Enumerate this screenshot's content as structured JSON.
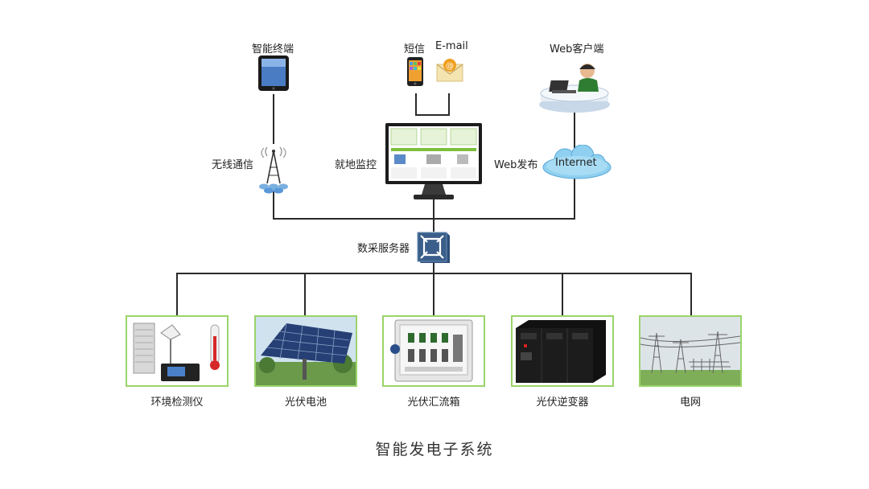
{
  "title": "智能发电子系统",
  "top": {
    "smart_terminal": "智能终端",
    "sms": "短信",
    "email": "E-mail",
    "web_client": "Web客户端"
  },
  "middle": {
    "wireless": "无线通信",
    "local_monitor": "就地监控",
    "web_publish": "Web发布",
    "internet": "Internet"
  },
  "server": "数采服务器",
  "devices": [
    {
      "label": "环境检测仪",
      "icon": "weather-station-icon"
    },
    {
      "label": "光伏电池",
      "icon": "solar-panel-icon"
    },
    {
      "label": "光伏汇流箱",
      "icon": "combiner-box-icon"
    },
    {
      "label": "光伏逆变器",
      "icon": "inverter-icon"
    },
    {
      "label": "电网",
      "icon": "power-grid-icon"
    }
  ],
  "colors": {
    "border": "#9ad46a",
    "line": "#2a2a2a",
    "cloud": "#8fd0f0",
    "server": "#3b5f8a"
  }
}
